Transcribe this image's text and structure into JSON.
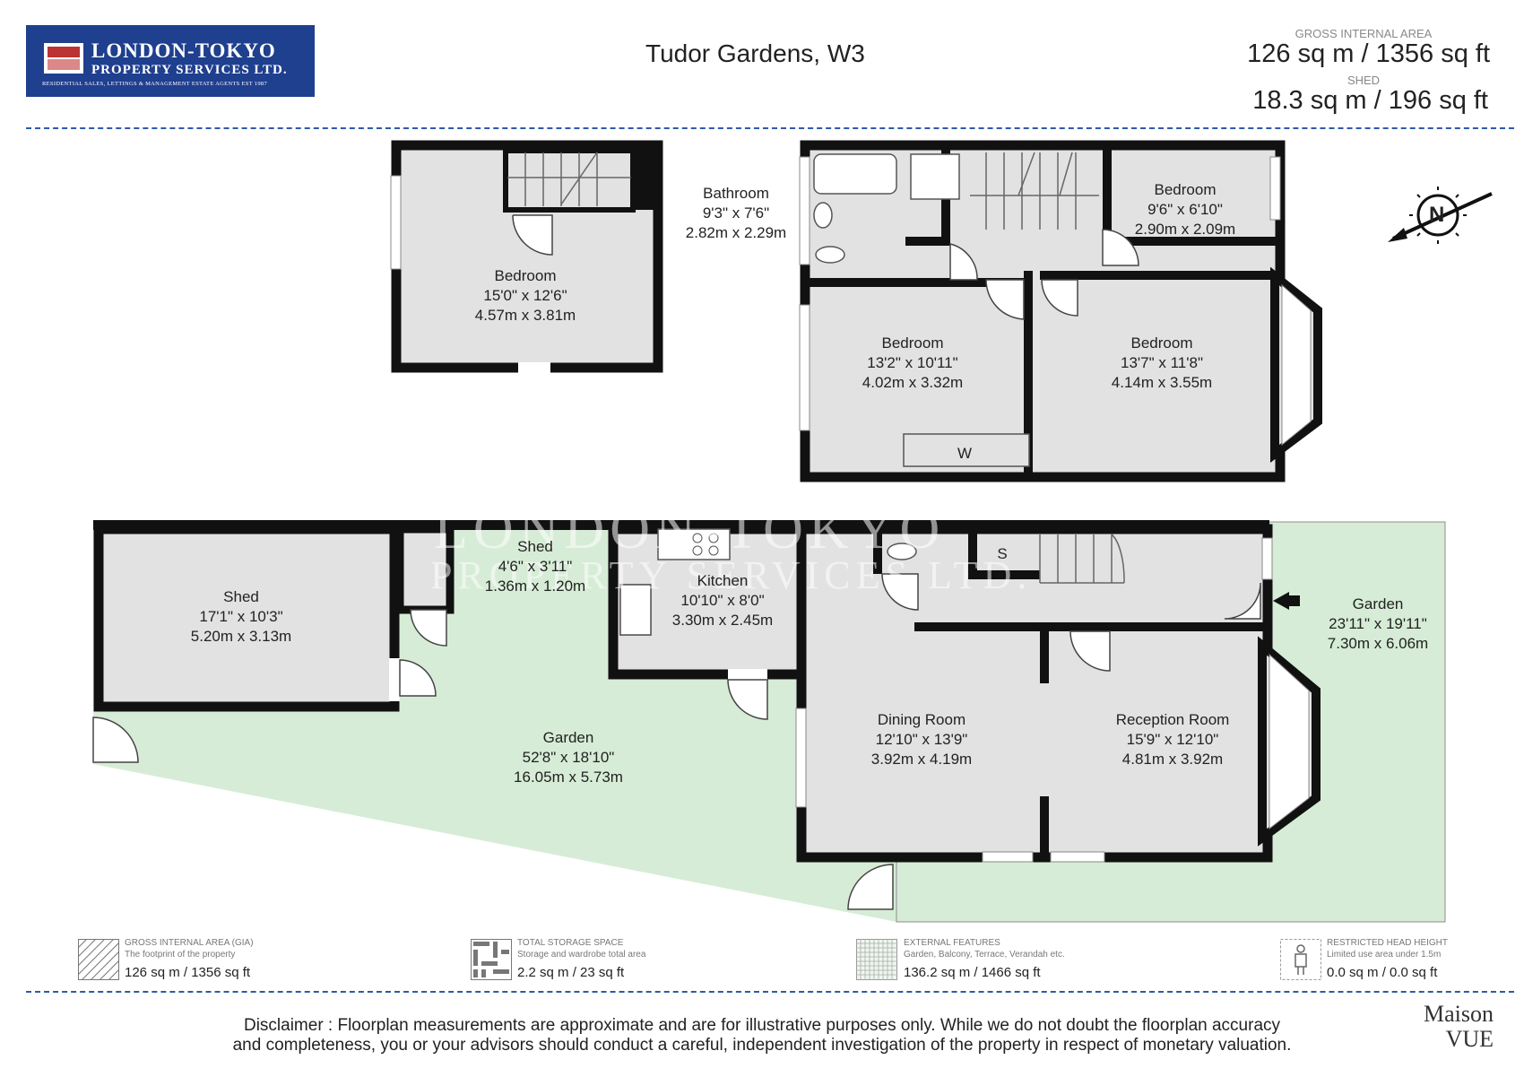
{
  "brand": {
    "name_line1": "LONDON-TOKYO",
    "name_line2": "PROPERTY SERVICES LTD.",
    "tagline": "RESIDENTIAL SALES, LETTINGS & MANAGEMENT ESTATE AGENTS EST 1987",
    "color": "#1f3f8f"
  },
  "header": {
    "title": "Tudor Gardens, W3",
    "gia_label": "GROSS INTERNAL AREA",
    "gia_value": "126 sq m / 1356 sq ft",
    "shed_label": "SHED",
    "shed_value": "18.3 sq m / 196 sq ft"
  },
  "rooms": {
    "top_bedroom": {
      "name": "Bedroom",
      "imperial": "15'0\" x 12'6\"",
      "metric": "4.57m x 3.81m"
    },
    "bathroom": {
      "name": "Bathroom",
      "imperial": "9'3\" x 7'6\"",
      "metric": "2.82m x 2.29m"
    },
    "small_bedroom": {
      "name": "Bedroom",
      "imperial": "9'6\" x 6'10\"",
      "metric": "2.90m x 2.09m"
    },
    "bedroom_left": {
      "name": "Bedroom",
      "imperial": "13'2\" x 10'11\"",
      "metric": "4.02m x 3.32m"
    },
    "bedroom_right": {
      "name": "Bedroom",
      "imperial": "13'7\" x 11'8\"",
      "metric": "4.14m x 3.55m"
    },
    "wardrobe_label": "W",
    "shed_large": {
      "name": "Shed",
      "imperial": "17'1\" x 10'3\"",
      "metric": "5.20m x 3.13m"
    },
    "shed_small": {
      "name": "Shed",
      "imperial": "4'6\" x 3'11\"",
      "metric": "1.36m x 1.20m"
    },
    "kitchen": {
      "name": "Kitchen",
      "imperial": "10'10\" x 8'0\"",
      "metric": "3.30m x 2.45m"
    },
    "garden_rear": {
      "name": "Garden",
      "imperial": "52'8\" x 18'10\"",
      "metric": "16.05m x 5.73m"
    },
    "garden_front": {
      "name": "Garden",
      "imperial": "23'11\" x 19'11\"",
      "metric": "7.30m x 6.06m"
    },
    "dining": {
      "name": "Dining Room",
      "imperial": "12'10\" x 13'9\"",
      "metric": "3.92m x 4.19m"
    },
    "reception": {
      "name": "Reception Room",
      "imperial": "15'9\" x 12'10\"",
      "metric": "4.81m x 3.92m"
    },
    "storage_label": "S"
  },
  "legend": [
    {
      "title": "GROSS INTERNAL AREA (GIA)",
      "desc": "The footprint of the property",
      "value": "126 sq m / 1356 sq ft",
      "icon": "hatch-icon"
    },
    {
      "title": "TOTAL STORAGE SPACE",
      "desc": "Storage and wardrobe total area",
      "value": "2.2 sq m / 23 sq ft",
      "icon": "storage-pattern-icon"
    },
    {
      "title": "EXTERNAL FEATURES",
      "desc": "Garden, Balcony, Terrace, Verandah etc.",
      "value": "136.2 sq m / 1466 sq ft",
      "icon": "grid-pattern-icon"
    },
    {
      "title": "RESTRICTED HEAD HEIGHT",
      "desc": "Limited use area under 1.5m",
      "value": "0.0 sq m / 0.0 sq ft",
      "icon": "person-icon"
    }
  ],
  "disclaimer": {
    "line1": "Disclaimer : Floorplan measurements are approximate and are for illustrative purposes only. While we do not doubt the floorplan accuracy",
    "line2": "and completeness, you or your advisors should conduct a careful, independent investigation of the property in respect of monetary valuation."
  },
  "footer_brand": {
    "line1": "Maison",
    "line2": "VUE"
  },
  "watermark": {
    "line1": "LONDON-TOKYO",
    "line2": "PROPERTY SERVICES LTD."
  },
  "compass": {
    "label": "N",
    "icon": "compass-icon"
  },
  "colors": {
    "wall": "#111111",
    "floor": "#e2e2e2",
    "garden": "#d6ecd6",
    "dash": "#2e5aa8"
  }
}
